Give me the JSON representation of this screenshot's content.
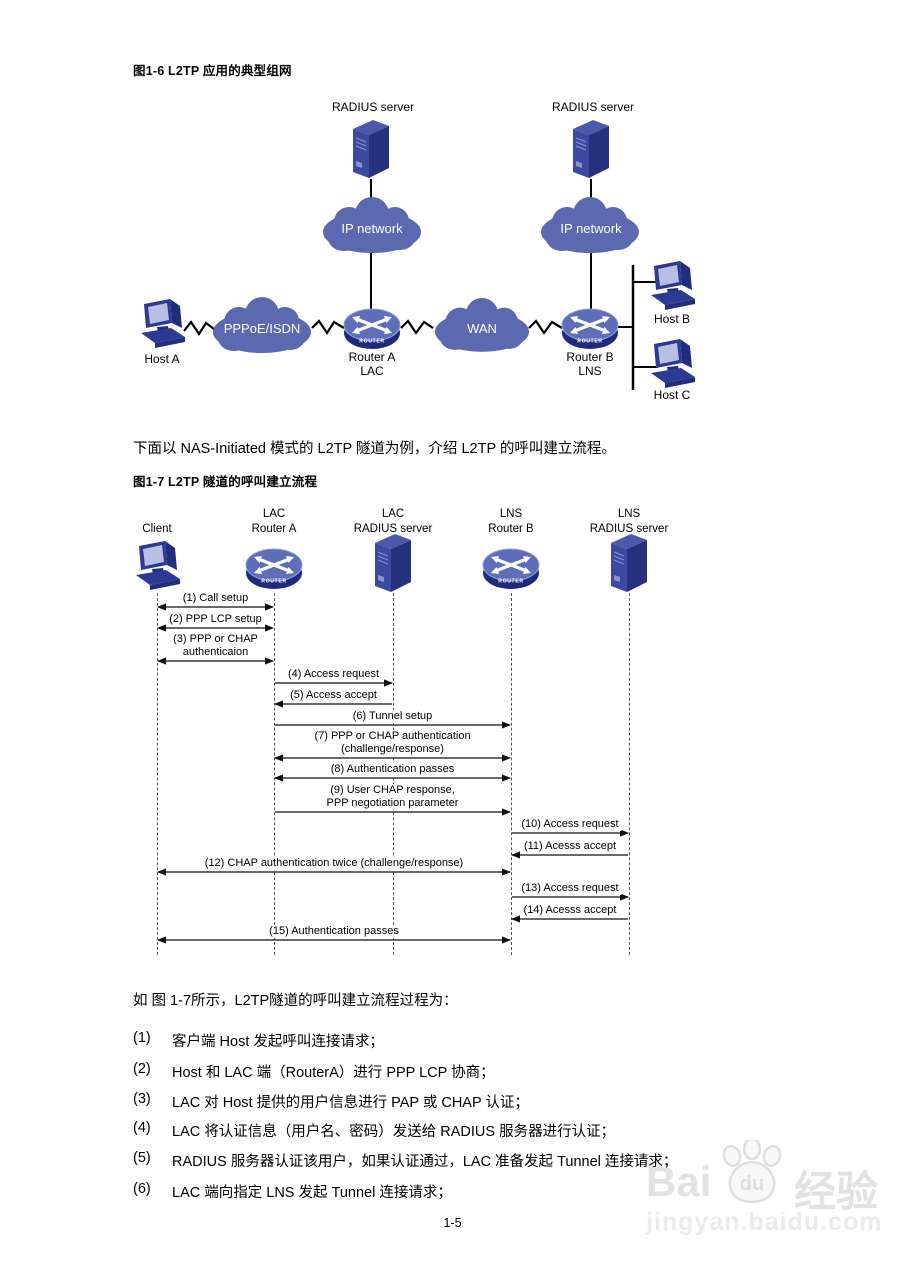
{
  "page_number": "1-5",
  "intro_text": "下面以 NAS-Initiated 模式的 L2TP 隧道为例，介绍 L2TP 的呼叫建立流程。",
  "figure1": {
    "caption": "图1-6  L2TP 应用的典型组网",
    "labels": {
      "radius1": "RADIUS server",
      "radius2": "RADIUS server",
      "ip1": "IP network",
      "ip2": "IP network",
      "pppoe": "PPPoE/ISDN",
      "wan": "WAN",
      "hostA": "Host A",
      "hostB": "Host B",
      "hostC": "Host C",
      "routerA_line1": "Router A",
      "routerA_line2": "LAC",
      "routerB_line1": "Router B",
      "routerB_line2": "LNS",
      "router_badge": "ROUTER"
    }
  },
  "figure2": {
    "caption": "图1-7  L2TP 隧道的呼叫建立流程",
    "columns": [
      {
        "id": "client",
        "line1": "Client",
        "line2": "",
        "icon": "computer"
      },
      {
        "id": "routerA",
        "line1": "LAC",
        "line2": "Router A",
        "icon": "router"
      },
      {
        "id": "lacRadius",
        "line1": "LAC",
        "line2": "RADIUS server",
        "icon": "server"
      },
      {
        "id": "routerB",
        "line1": "LNS",
        "line2": "Router B",
        "icon": "router"
      },
      {
        "id": "lnsRadius",
        "line1": "LNS",
        "line2": "RADIUS server",
        "icon": "server"
      }
    ],
    "messages": [
      {
        "label": "(1) Call setup",
        "from": "client",
        "to": "routerA",
        "dir": "both"
      },
      {
        "label": "(2) PPP LCP setup",
        "from": "client",
        "to": "routerA",
        "dir": "both"
      },
      {
        "label": "(3) PPP or CHAP",
        "label2": "authenticaion",
        "from": "client",
        "to": "routerA",
        "dir": "both"
      },
      {
        "label": "(4) Access request",
        "from": "routerA",
        "to": "lacRadius",
        "dir": "single"
      },
      {
        "label": "(5) Access accept",
        "from": "lacRadius",
        "to": "routerA",
        "dir": "single"
      },
      {
        "label": "(6) Tunnel setup",
        "from": "routerA",
        "to": "routerB",
        "dir": "single"
      },
      {
        "label": "(7) PPP or CHAP authentication",
        "label2": "(challenge/response)",
        "from": "routerA",
        "to": "routerB",
        "dir": "both"
      },
      {
        "label": "(8) Authentication passes",
        "from": "routerA",
        "to": "routerB",
        "dir": "both"
      },
      {
        "label": "(9) User CHAP response,",
        "label2": "PPP negotiation parameter",
        "from": "routerA",
        "to": "routerB",
        "dir": "single"
      },
      {
        "label": "(10) Access request",
        "from": "routerB",
        "to": "lnsRadius",
        "dir": "single"
      },
      {
        "label": "(11) Acesss accept",
        "from": "lnsRadius",
        "to": "routerB",
        "dir": "single"
      },
      {
        "label": "(12) CHAP authentication twice (challenge/response)",
        "from": "routerB",
        "to": "client",
        "dir": "both"
      },
      {
        "label": "(13) Access request",
        "from": "routerB",
        "to": "lnsRadius",
        "dir": "single"
      },
      {
        "label": "(14) Acesss accept",
        "from": "lnsRadius",
        "to": "routerB",
        "dir": "single"
      },
      {
        "label": "(15) Authentication passes",
        "from": "routerB",
        "to": "client",
        "dir": "both"
      }
    ]
  },
  "flow": {
    "heading": "如 图 1-7所示，L2TP隧道的呼叫建立流程过程为：",
    "items": [
      {
        "num": "(1)",
        "text": "客户端 Host 发起呼叫连接请求；"
      },
      {
        "num": "(2)",
        "text": "Host 和 LAC 端（RouterA）进行 PPP LCP 协商；"
      },
      {
        "num": "(3)",
        "text": "LAC 对 Host 提供的用户信息进行 PAP 或 CHAP 认证；"
      },
      {
        "num": "(4)",
        "text": "LAC 将认证信息（用户名、密码）发送给 RADIUS 服务器进行认证；"
      },
      {
        "num": "(5)",
        "text": "RADIUS 服务器认证该用户，如果认证通过，LAC 准备发起 Tunnel 连接请求；"
      },
      {
        "num": "(6)",
        "text": "LAC 端向指定 LNS 发起 Tunnel 连接请求；"
      }
    ]
  },
  "watermark": {
    "brand_latin": "Bai",
    "brand_du": "du",
    "brand_cn": "经验",
    "url": "jingyan.baidu.com"
  },
  "colors": {
    "icon_navy": "#2c3a92",
    "icon_side": "#222e7d",
    "icon_top": "#4a59ab",
    "cloud": "#5a69b0",
    "router_face": "#5e6eb8",
    "router_base": "#1e2a7a",
    "watermark_gray": "#e2e2e2"
  }
}
